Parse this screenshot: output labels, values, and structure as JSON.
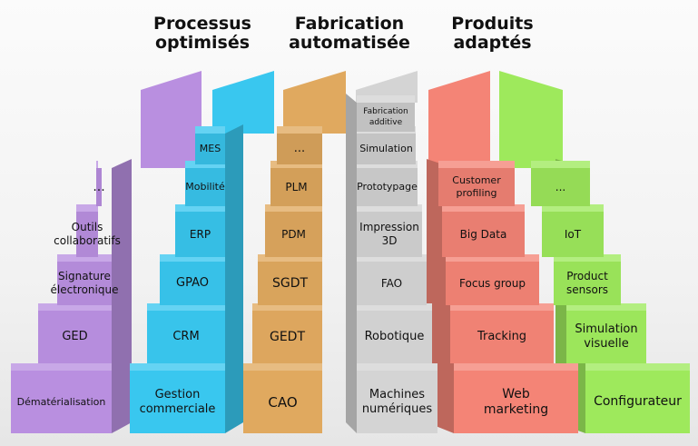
{
  "headings": [
    {
      "text": "Processus\noptimisés"
    },
    {
      "text": "Fabrication\nautomatisée"
    },
    {
      "text": "Produits\nadaptés"
    }
  ],
  "colors": {
    "violet": "#b98fe0",
    "cyan": "#39c7ef",
    "ochre": "#e0a95f",
    "grey": "#d4d4d4",
    "salmon": "#f48476",
    "green": "#9ee95c"
  },
  "stairs": [
    {
      "id": "processus-violet",
      "color_key": "violet",
      "steps": [
        "Dématérialisation",
        "GED",
        "Signature\nélectronique",
        "Outils\ncollaboratifs",
        "..."
      ]
    },
    {
      "id": "processus-cyan",
      "color_key": "cyan",
      "steps": [
        "Gestion\ncommerciale",
        "CRM",
        "GPAO",
        "ERP",
        "Mobilité",
        "MES"
      ]
    },
    {
      "id": "fabrication-ochre",
      "color_key": "ochre",
      "steps": [
        "CAO",
        "GEDT",
        "SGDT",
        "PDM",
        "PLM",
        "..."
      ]
    },
    {
      "id": "fabrication-grey",
      "color_key": "grey",
      "steps": [
        "Machines\nnumériques",
        "Robotique",
        "FAO",
        "Impression\n3D",
        "Prototypage",
        "Simulation",
        "Fabrication\nadditive"
      ]
    },
    {
      "id": "produits-salmon",
      "color_key": "salmon",
      "steps": [
        "Web\nmarketing",
        "Tracking",
        "Focus group",
        "Big Data",
        "Customer\nprofiling"
      ]
    },
    {
      "id": "produits-green",
      "color_key": "green",
      "steps": [
        "Configurateur",
        "Simulation\nvisuelle",
        "Product\nsensors",
        "IoT",
        "..."
      ]
    }
  ]
}
